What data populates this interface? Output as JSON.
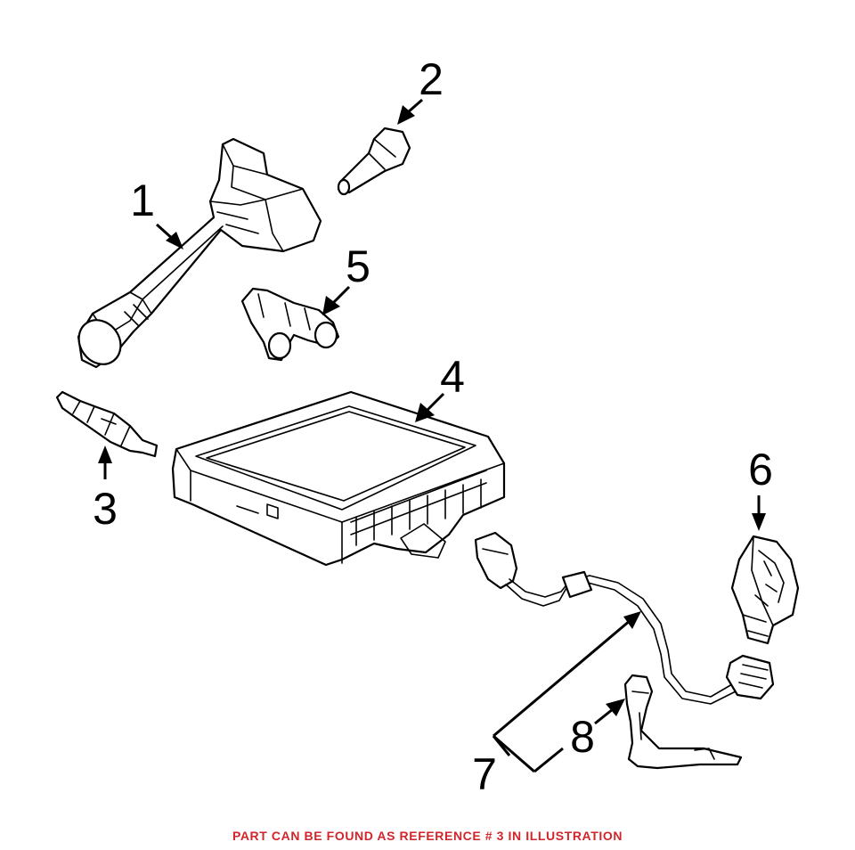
{
  "diagram": {
    "callouts": [
      {
        "id": "1",
        "label": "1"
      },
      {
        "id": "2",
        "label": "2"
      },
      {
        "id": "3",
        "label": "3"
      },
      {
        "id": "4",
        "label": "4"
      },
      {
        "id": "5",
        "label": "5"
      },
      {
        "id": "6",
        "label": "6"
      },
      {
        "id": "7",
        "label": "7"
      },
      {
        "id": "8",
        "label": "8"
      }
    ]
  },
  "footer": {
    "text": "PART CAN BE FOUND AS REFERENCE # 3 IN ILLUSTRATION"
  },
  "colors": {
    "footer_text": "#d0262b",
    "line_art": "#000000",
    "background": "#ffffff"
  }
}
